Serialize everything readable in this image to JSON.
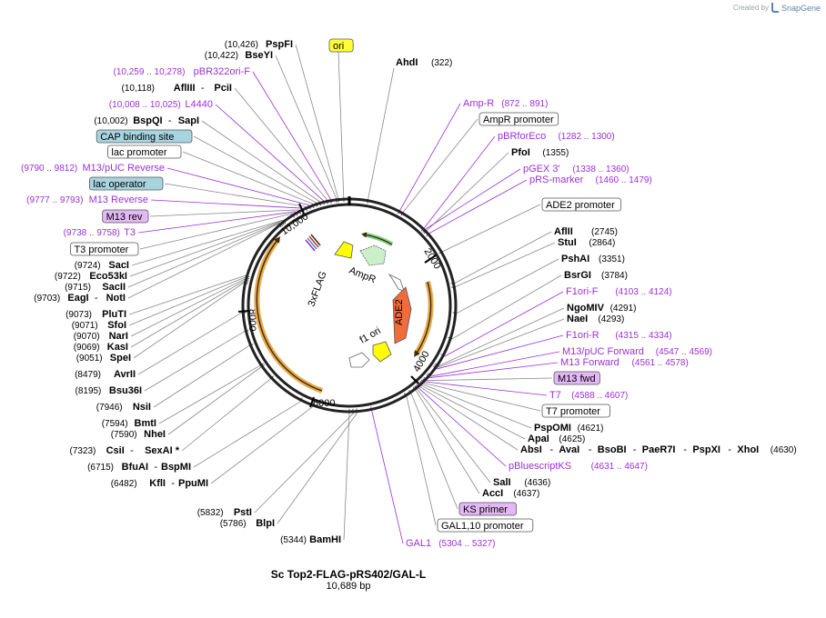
{
  "credit": {
    "prefix": "Created by",
    "brand": "SnapGene"
  },
  "title": "Sc Top2-FLAG-pRS402/GAL-L",
  "length_label": "10,689 bp",
  "ticks": [
    "2000",
    "4000",
    "6000",
    "8000",
    "10,000"
  ],
  "features": [
    "3xFLAG",
    "AmpR",
    "ADE2",
    "f1 ori"
  ],
  "labels": {
    "left": [
      {
        "pos": "(10,426)",
        "name": "PspFI"
      },
      {
        "pos": "(10,422)",
        "name": "BseYI"
      },
      {
        "pos": "(10,259 .. 10,278)",
        "name": "pBR322ori-F",
        "purple": true
      },
      {
        "pos": "(10,118)",
        "name": "AflIII",
        "name2": "PciI"
      },
      {
        "pos": "(10,008 .. 10,025)",
        "name": "L4440",
        "purple": true
      },
      {
        "pos": "(10,002)",
        "name": "BspQI",
        "name2": "SapI"
      },
      {
        "box": "CAP binding site",
        "boxstyle": "blue"
      },
      {
        "box": "lac promoter",
        "boxstyle": "white"
      },
      {
        "pos": "(9790 .. 9812)",
        "name": "M13/pUC Reverse",
        "purple": true
      },
      {
        "box": "lac operator",
        "boxstyle": "blue"
      },
      {
        "pos": "(9777 .. 9793)",
        "name": "M13 Reverse",
        "purple": true
      },
      {
        "box": "M13 rev",
        "boxstyle": "purple"
      },
      {
        "pos": "(9738 .. 9758)",
        "name": "T3",
        "purple": true
      },
      {
        "box": "T3 promoter",
        "boxstyle": "white"
      },
      {
        "pos": "(9724)",
        "name": "SacI"
      },
      {
        "pos": "(9722)",
        "name": "Eco53kI"
      },
      {
        "pos": "(9715)",
        "name": "SacII"
      },
      {
        "pos": "(9703)",
        "name": "EagI",
        "name2": "NotI"
      },
      {
        "pos": "(9073)",
        "name": "PluTI"
      },
      {
        "pos": "(9071)",
        "name": "SfoI"
      },
      {
        "pos": "(9070)",
        "name": "NarI"
      },
      {
        "pos": "(9069)",
        "name": "KasI"
      },
      {
        "pos": "(9051)",
        "name": "SpeI"
      },
      {
        "pos": "(8479)",
        "name": "AvrII"
      },
      {
        "pos": "(8195)",
        "name": "Bsu36I"
      },
      {
        "pos": "(7946)",
        "name": "NsiI"
      },
      {
        "pos": "(7594)",
        "name": "BmtI"
      },
      {
        "pos": "(7590)",
        "name": "NheI"
      },
      {
        "pos": "(7323)",
        "name": "CsiI",
        "name2": "SexAI *"
      },
      {
        "pos": "(6715)",
        "name": "BfuAI",
        "name2": "BspMI"
      },
      {
        "pos": "(6482)",
        "name": "KflI",
        "name2": "PpuMI"
      },
      {
        "pos": "(5832)",
        "name": "PstI"
      },
      {
        "pos": "(5786)",
        "name": "BlpI"
      },
      {
        "pos": "(5344)",
        "name": "BamHI"
      }
    ],
    "top": [
      {
        "box": "ori",
        "boxstyle": "yellow"
      },
      {
        "name": "AhdI",
        "pos": "(322)"
      }
    ],
    "right": [
      {
        "name": "Amp-R",
        "pos": "(872 .. 891)",
        "purple": true
      },
      {
        "box": "AmpR promoter",
        "boxstyle": "white"
      },
      {
        "name": "pBRforEco",
        "pos": "(1282 .. 1300)",
        "purple": true
      },
      {
        "name": "PfoI",
        "pos": "(1355)"
      },
      {
        "name": "pGEX 3'",
        "pos": "(1338 .. 1360)",
        "purple": true
      },
      {
        "name": "pRS-marker",
        "pos": "(1460 .. 1479)",
        "purple": true
      },
      {
        "box": "ADE2 promoter",
        "boxstyle": "white"
      },
      {
        "name": "AflII",
        "pos": "(2745)"
      },
      {
        "name": "StuI",
        "pos": "(2864)"
      },
      {
        "name": "PshAI",
        "pos": "(3351)"
      },
      {
        "name": "BsrGI",
        "pos": "(3784)"
      },
      {
        "name": "F1ori-F",
        "pos": "(4103 .. 4124)",
        "purple": true
      },
      {
        "name": "NgoMIV",
        "pos": "(4291)"
      },
      {
        "name": "NaeI",
        "pos": "(4293)"
      },
      {
        "name": "F1ori-R",
        "pos": "(4315 .. 4334)",
        "purple": true
      },
      {
        "name": "M13/pUC Forward",
        "pos": "(4547 .. 4569)",
        "purple": true
      },
      {
        "name": "M13 Forward",
        "pos": "(4561 .. 4578)",
        "purple": true
      },
      {
        "box": "M13 fwd",
        "boxstyle": "purple"
      },
      {
        "name": "T7",
        "pos": "(4588 .. 4607)",
        "purple": true
      },
      {
        "box": "T7 promoter",
        "boxstyle": "white"
      },
      {
        "name": "PspOMI",
        "pos": "(4621)"
      },
      {
        "name": "ApaI",
        "pos": "(4625)"
      },
      {
        "multi": [
          "AbsI",
          "AvaI",
          "BsoBI",
          "PaeR7I",
          "PspXI",
          "XhoI"
        ],
        "pos": "(4630)"
      },
      {
        "name": "pBluescriptKS",
        "pos": "(4631 .. 4647)",
        "purple": true
      },
      {
        "name": "SalI",
        "pos": "(4636)"
      },
      {
        "name": "AccI",
        "pos": "(4637)"
      },
      {
        "box": "KS primer",
        "boxstyle": "purple"
      },
      {
        "box": "GAL1,10 promoter",
        "boxstyle": "white"
      },
      {
        "name": "GAL1",
        "pos": "(5304 .. 5327)",
        "purple": true
      }
    ]
  },
  "colors": {
    "purple": "#9b30d6",
    "box_blue": "#a8d4e0",
    "box_yellow": "#ffff33",
    "box_purple": "#e3b8f5",
    "amp_green": "#c9f0c9",
    "ade2": "#f26b3a",
    "flag_yellow": "#ffff00",
    "arc_orange": "#e8a94a",
    "arc_dark": "#3c2a10"
  }
}
